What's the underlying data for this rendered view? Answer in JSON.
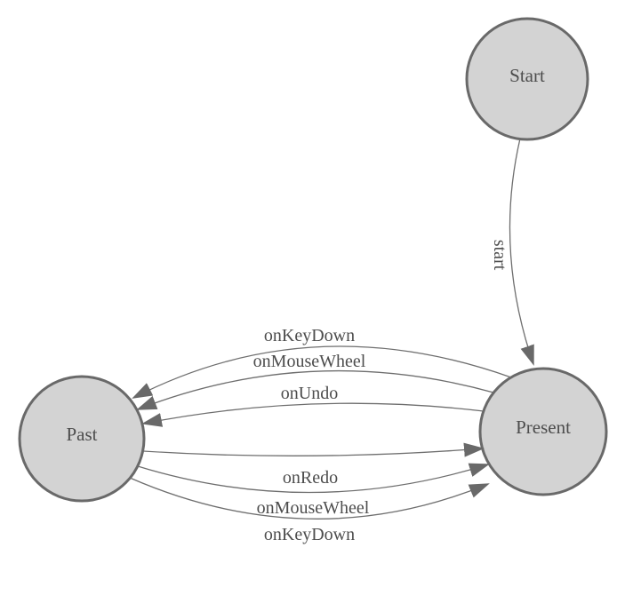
{
  "diagram": {
    "kind": "state-machine-diagram",
    "background_color": "#ffffff",
    "node_fill_color": "#d3d3d3",
    "node_border_color": "#696969",
    "edge_color": "#6e6e6e",
    "text_color": "#4d4d4d",
    "nodes": [
      {
        "id": "start",
        "label": "Start"
      },
      {
        "id": "present",
        "label": "Present"
      },
      {
        "id": "past",
        "label": "Past"
      }
    ],
    "edges": [
      {
        "from": "Start",
        "to": "Present",
        "label": "start"
      },
      {
        "from": "Present",
        "to": "Past",
        "label": "onKeyDown"
      },
      {
        "from": "Present",
        "to": "Past",
        "label": "onMouseWheel"
      },
      {
        "from": "Present",
        "to": "Past",
        "label": "onUndo"
      },
      {
        "from": "Past",
        "to": "Present",
        "label": "onRedo"
      },
      {
        "from": "Past",
        "to": "Present",
        "label": "onMouseWheel"
      },
      {
        "from": "Past",
        "to": "Present",
        "label": "onKeyDown"
      }
    ]
  }
}
